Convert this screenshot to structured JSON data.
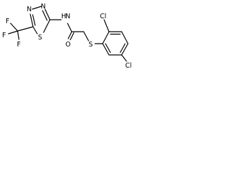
{
  "atoms": {
    "f_top": "F",
    "f_left": "F",
    "f_bottom": "F",
    "s_thiadiazole": "S",
    "n_left": "N",
    "n_right": "N",
    "nh": "H",
    "nh_n": "N",
    "o": "O",
    "s_thioether": "S",
    "cl_top": "Cl",
    "cl_bottom": "Cl"
  },
  "colors": {
    "bond": "#000000",
    "text": "#000000",
    "background": "#ffffff"
  }
}
